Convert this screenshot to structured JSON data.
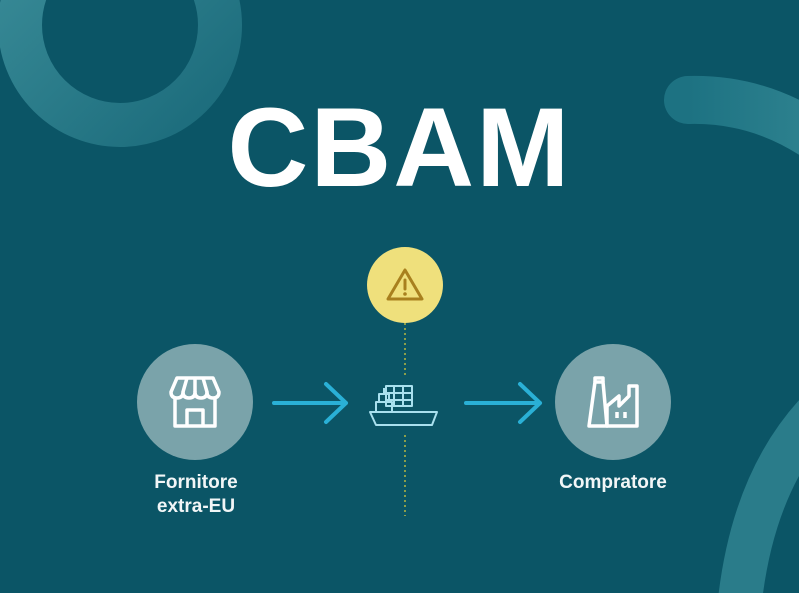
{
  "title": "CBAM",
  "nodes": {
    "supplier": {
      "label_line1": "Fornitore",
      "label_line2": "extra-EU",
      "icon": "store-icon"
    },
    "transport": {
      "icon": "cargo-ship-icon"
    },
    "buyer": {
      "label": "Compratore",
      "icon": "factory-icon"
    },
    "alert": {
      "icon": "warning-icon"
    }
  },
  "colors": {
    "background": "#0b5566",
    "node": "#7aa3aa",
    "alert": "#efe07c",
    "arrow": "#2ab0d6",
    "accent_arc": "#2f7f8e"
  }
}
